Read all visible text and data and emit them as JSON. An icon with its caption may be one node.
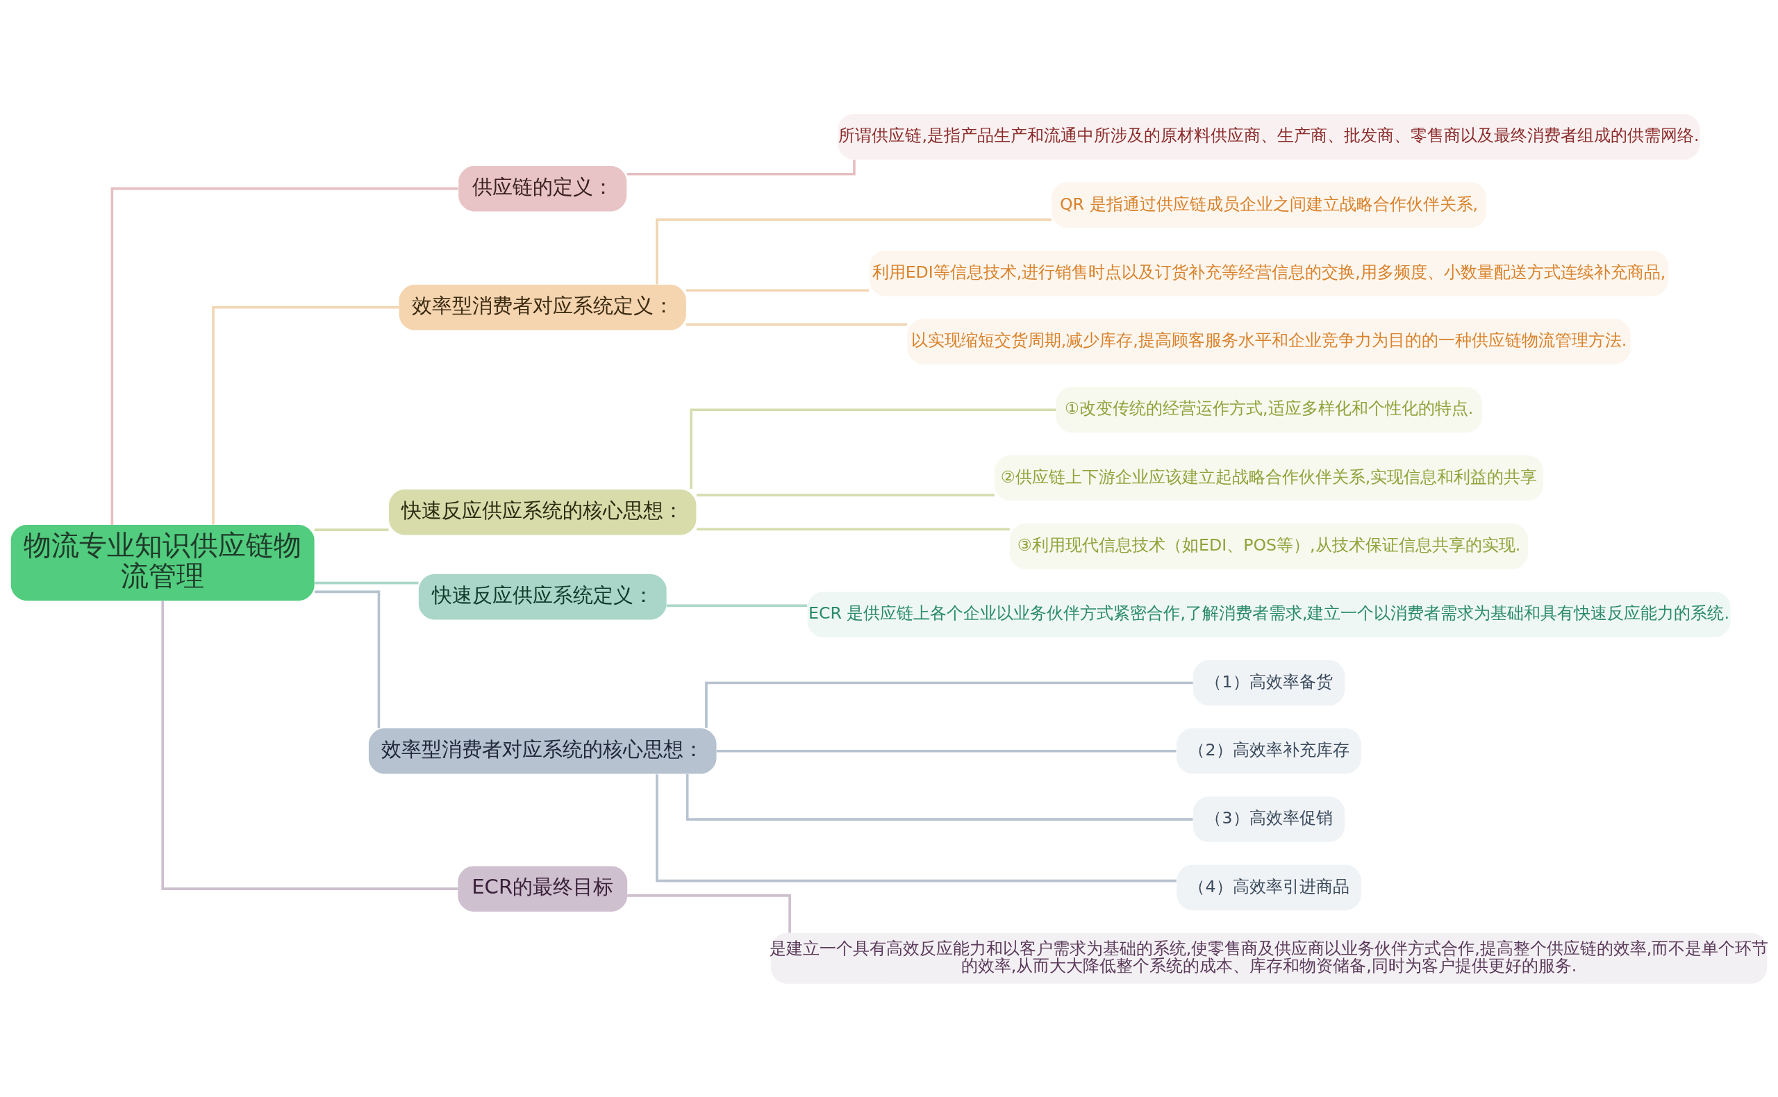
{
  "diagram": {
    "nodes": [
      {
        "text": [
          "物流专业知识供应链物流管理"
        ]
      },
      {
        "text": [
          "供应链的定义："
        ]
      },
      {
        "text": [
          "所谓供应链,是指产品生产和流通中所涉及的原材料供应商、生产商、批发商、零售商以及最终消费者组成的供需网络."
        ]
      },
      {
        "text": [
          "效率型消费者对应系统定义："
        ]
      },
      {
        "text": [
          "QR 是指通过供应链成员企业之间建立战略合作伙伴关系,"
        ]
      },
      {
        "text": [
          "利用EDI等信息技术,进行销售时点以及订货补充等经营信息的交换,用多频度、小数量配送方式连续补充商品,"
        ]
      },
      {
        "text": [
          "以实现缩短交货周期,减少库存,提高顾客服务水平和企业竞争力为目的的一种供应链物流管理方法."
        ]
      },
      {
        "text": [
          "快速反应供应系统的核心思想："
        ]
      },
      {
        "text": [
          "①改变传统的经营运作方式,适应多样化和个性化的特点."
        ]
      },
      {
        "text": [
          "②供应链上下游企业应该建立起战略合作伙伴关系,实现信息和利益的共享"
        ]
      },
      {
        "text": [
          "③利用现代信息技术（如EDI、POS等）,从技术保证信息共享的实现."
        ]
      },
      {
        "text": [
          "快速反应供应系统定义："
        ]
      },
      {
        "text": [
          "ECR 是供应链上各个企业以业务伙伴方式紧密合作,了解消费者需求,建立一个以消费者需求为基础和具有快速反应能力的系统."
        ]
      },
      {
        "text": [
          "效率型消费者对应系统的核心思想："
        ]
      },
      {
        "text": [
          "（1）高效率备货"
        ]
      },
      {
        "text": [
          "（2）高效率补充库存"
        ]
      },
      {
        "text": [
          "（3）高效率促销"
        ]
      },
      {
        "text": [
          "（4）高效率引进商品"
        ]
      },
      {
        "text": [
          "ECR的最终目标"
        ]
      },
      {
        "text": [
          "是建立一个具有高效反应能力和以客户需求为基础的系统,使零售商及供应商以业务伙伴方式合作,提高整个供应链的效率,而不是单个环节的效率,从而大大降低整个系统的成本、库存和物资储备,同时为客户提供更好的服务."
        ]
      }
    ],
    "edges": [
      {
        "from": 0,
        "to": 1,
        "arrow": "none",
        "color": "#e6bfc1"
      },
      {
        "from": 1,
        "to": 2,
        "arrow": "none",
        "color": "#e6bfc1"
      },
      {
        "from": 0,
        "to": 3,
        "arrow": "none",
        "color": "#f2d6b3"
      },
      {
        "from": 3,
        "to": 4,
        "arrow": "none",
        "color": "#f2d6b3"
      },
      {
        "from": 3,
        "to": 5,
        "arrow": "none",
        "color": "#f2d6b3"
      },
      {
        "from": 3,
        "to": 6,
        "arrow": "none",
        "color": "#f2d6b3"
      },
      {
        "from": 0,
        "to": 7,
        "arrow": "none",
        "color": "#d6dcae"
      },
      {
        "from": 7,
        "to": 8,
        "arrow": "none",
        "color": "#d6dcae"
      },
      {
        "from": 7,
        "to": 9,
        "arrow": "none",
        "color": "#d6dcae"
      },
      {
        "from": 7,
        "to": 10,
        "arrow": "none",
        "color": "#d6dcae"
      },
      {
        "from": 0,
        "to": 11,
        "arrow": "none",
        "color": "#a9d6c8"
      },
      {
        "from": 11,
        "to": 12,
        "arrow": "none",
        "color": "#a9d6c8"
      },
      {
        "from": 0,
        "to": 13,
        "arrow": "none",
        "color": "#b6c2cf"
      },
      {
        "from": 13,
        "to": 14,
        "arrow": "none",
        "color": "#b6c2cf"
      },
      {
        "from": 13,
        "to": 15,
        "arrow": "none",
        "color": "#b6c2cf"
      },
      {
        "from": 13,
        "to": 16,
        "arrow": "none",
        "color": "#b6c2cf"
      },
      {
        "from": 13,
        "to": 17,
        "arrow": "none",
        "color": "#b6c2cf"
      },
      {
        "from": 0,
        "to": 18,
        "arrow": "none",
        "color": "#cdbfcd"
      },
      {
        "from": 18,
        "to": 19,
        "arrow": "none",
        "color": "#cdbfcd"
      }
    ]
  }
}
